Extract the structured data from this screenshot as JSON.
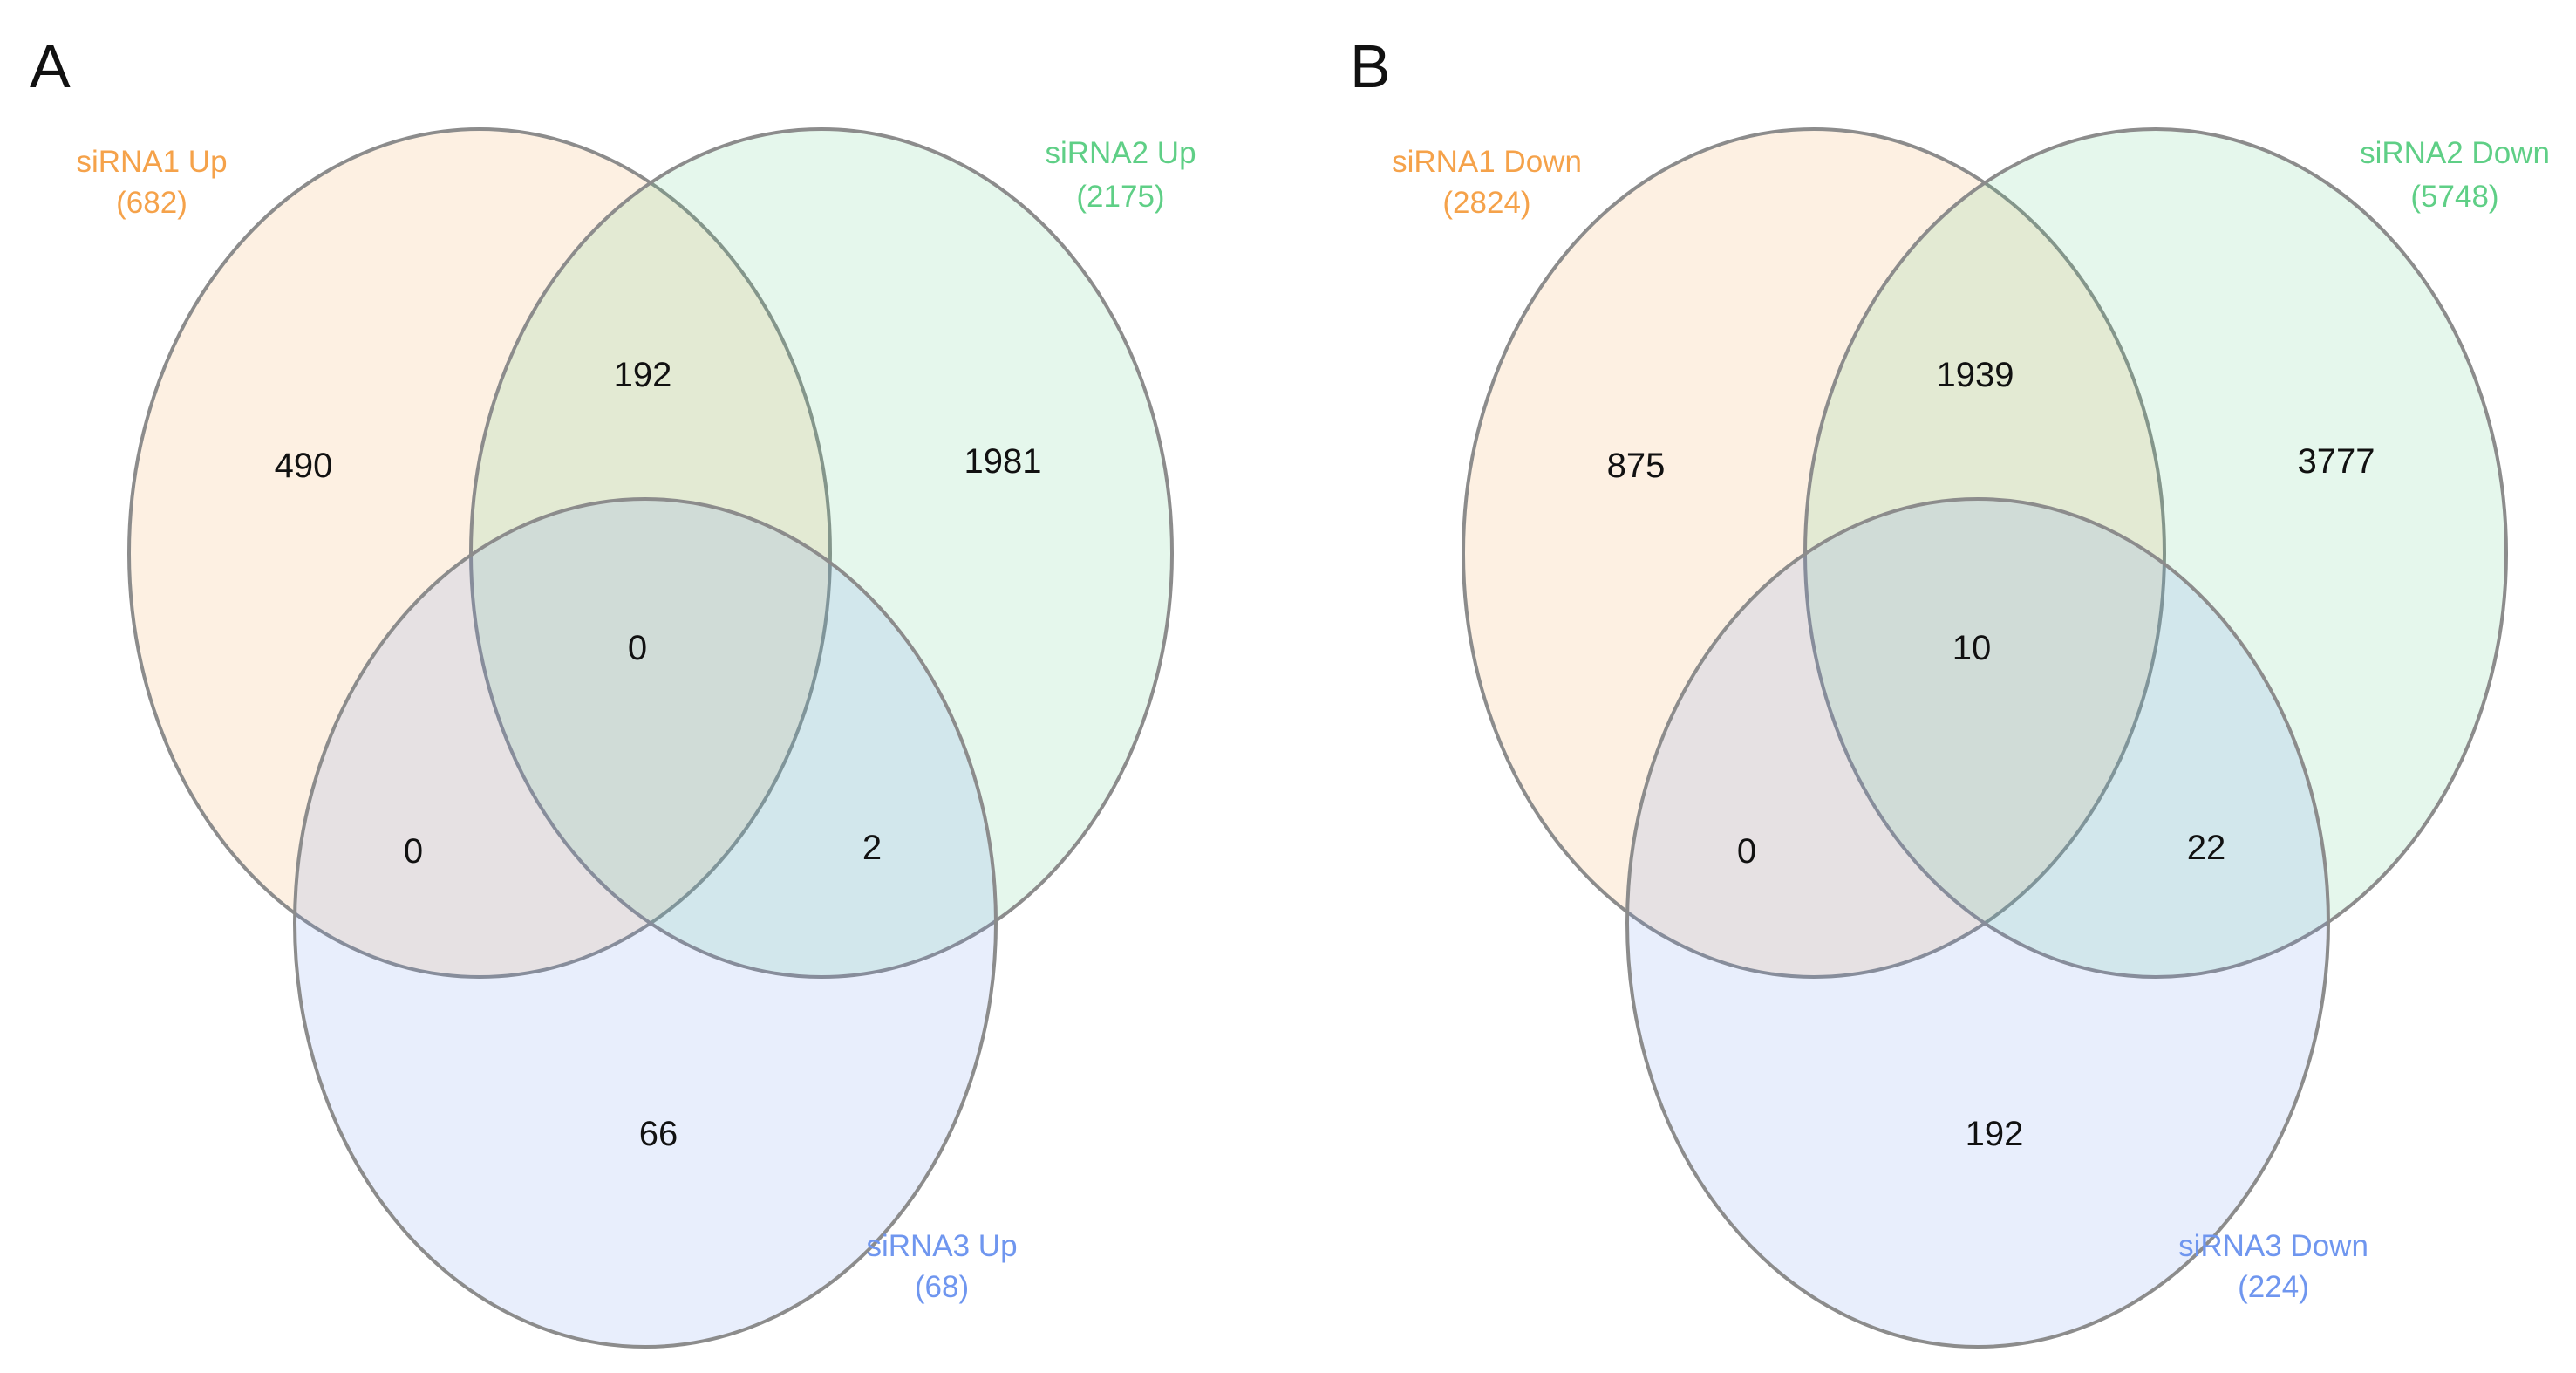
{
  "colors": {
    "set1": "#f5a24a",
    "set2": "#5fcf86",
    "set3": "#6f96ef",
    "outline": "#8c8c8c",
    "text": "#111111"
  },
  "panels": [
    {
      "letter": "A",
      "sets": [
        {
          "name": "siRNA1 Up",
          "count": "(682)"
        },
        {
          "name": "siRNA2 Up",
          "count": "(2175)"
        },
        {
          "name": "siRNA3 Up",
          "count": "(68)"
        }
      ],
      "regions": {
        "only1": "490",
        "only2": "1981",
        "only3": "66",
        "r12": "192",
        "r13": "0",
        "r23": "2",
        "r123": "0"
      }
    },
    {
      "letter": "B",
      "sets": [
        {
          "name": "siRNA1 Down",
          "count": "(2824)"
        },
        {
          "name": "siRNA2 Down",
          "count": "(5748)"
        },
        {
          "name": "siRNA3 Down",
          "count": "(224)"
        }
      ],
      "regions": {
        "only1": "875",
        "only2": "3777",
        "only3": "192",
        "r12": "1939",
        "r13": "0",
        "r23": "22",
        "r123": "10"
      }
    }
  ]
}
